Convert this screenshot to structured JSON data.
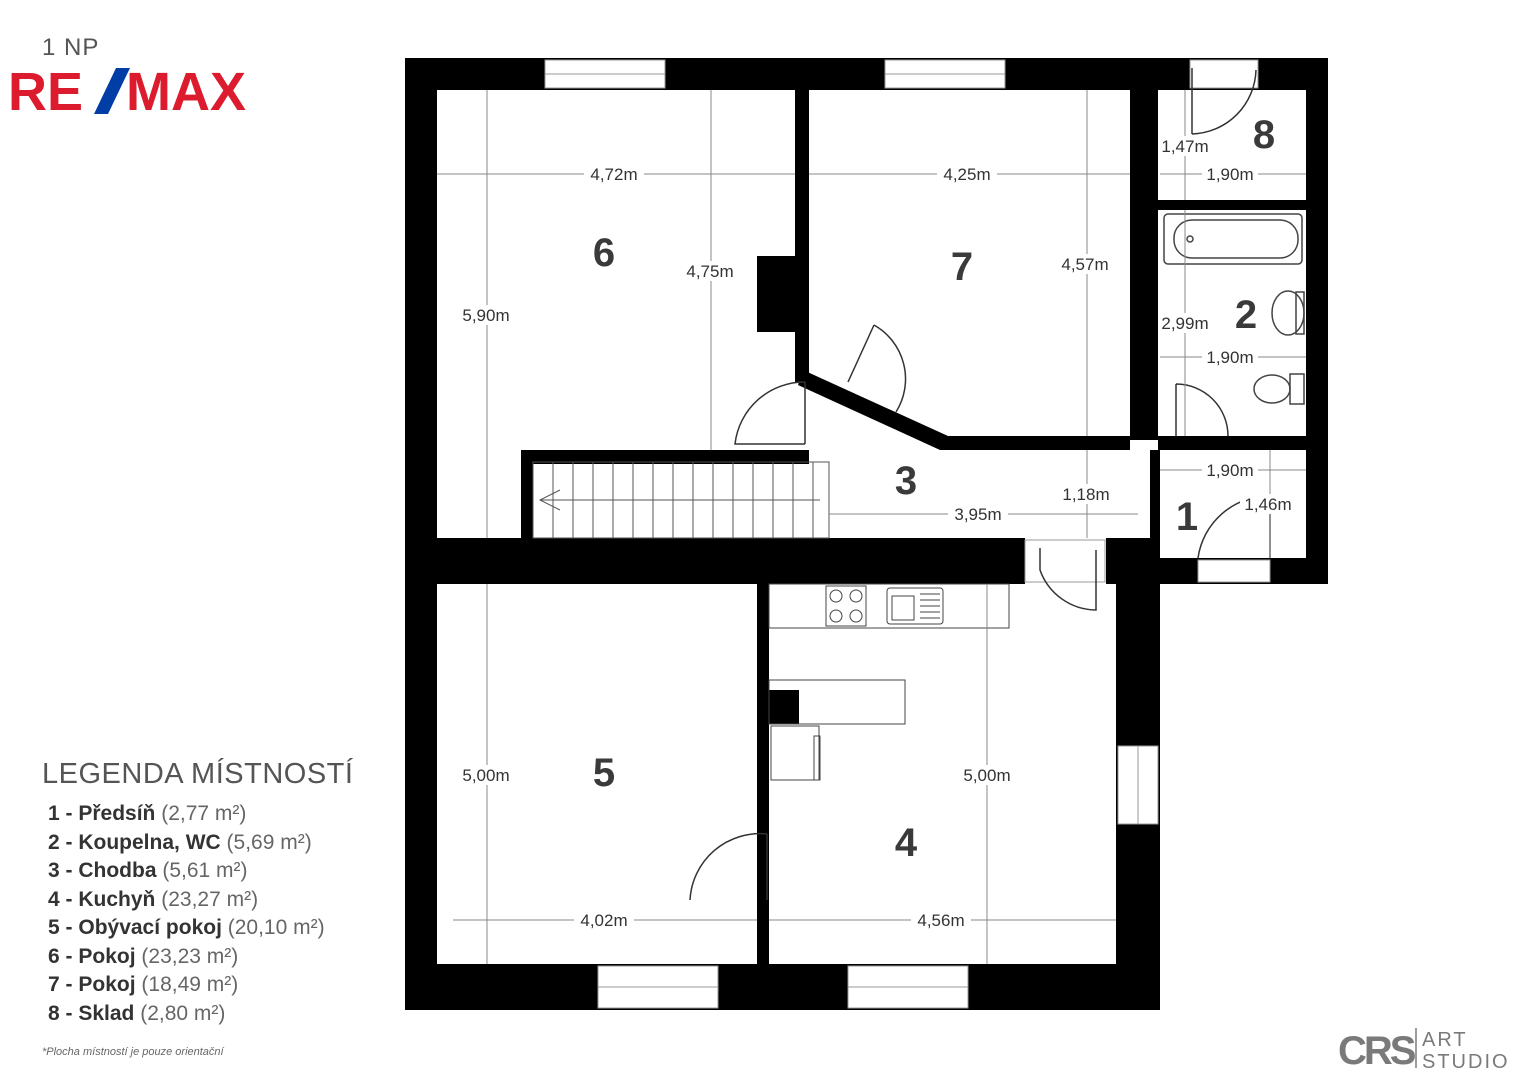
{
  "floor_label": "1 NP",
  "brand": {
    "logo_text": "RE/MAX",
    "colors": {
      "red": "#dc1c2e",
      "blue": "#003da5"
    }
  },
  "rooms": [
    {
      "number": "1"
    },
    {
      "number": "2"
    },
    {
      "number": "3"
    },
    {
      "number": "4"
    },
    {
      "number": "5"
    },
    {
      "number": "6"
    },
    {
      "number": "7"
    },
    {
      "number": "8"
    }
  ],
  "dimensions": {
    "r6_width": "4,72m",
    "r6_inner": "4,75m",
    "r6_height": "5,90m",
    "r7_width": "4,25m",
    "r7_height": "4,57m",
    "r8_width": "1,90m",
    "r8_height": "1,47m",
    "r2_width": "1,90m",
    "r2_height": "2,99m",
    "r1_width": "1,90m",
    "r1_height": "1,46m",
    "r3_length": "3,95m",
    "r3_width": "1,18m",
    "r5_width": "4,02m",
    "r5_height": "5,00m",
    "r4_width": "4,56m",
    "r4_height": "5,00m"
  },
  "legend": {
    "title": "LEGENDA MÍSTNOSTÍ",
    "items": [
      {
        "no": "1 -",
        "name": "Předsíň",
        "area": "(2,77 m²)"
      },
      {
        "no": "2 -",
        "name": "Koupelna, WC",
        "area": "(5,69 m²)"
      },
      {
        "no": "3 -",
        "name": "Chodba",
        "area": "(5,61 m²)"
      },
      {
        "no": "4 -",
        "name": "Kuchyň",
        "area": "(23,27 m²)"
      },
      {
        "no": "5 -",
        "name": "Obývací pokoj",
        "area": "(20,10 m²)"
      },
      {
        "no": "6 -",
        "name": "Pokoj",
        "area": "(23,23 m²)"
      },
      {
        "no": "7 -",
        "name": "Pokoj",
        "area": "(18,49 m²)"
      },
      {
        "no": "8 -",
        "name": "Sklad",
        "area": "(2,80 m²)"
      }
    ],
    "note": "*Plocha místností je pouze orientační"
  },
  "studio": {
    "logo_text": "CRS",
    "line1": "ART",
    "line2": "STUDIO"
  }
}
